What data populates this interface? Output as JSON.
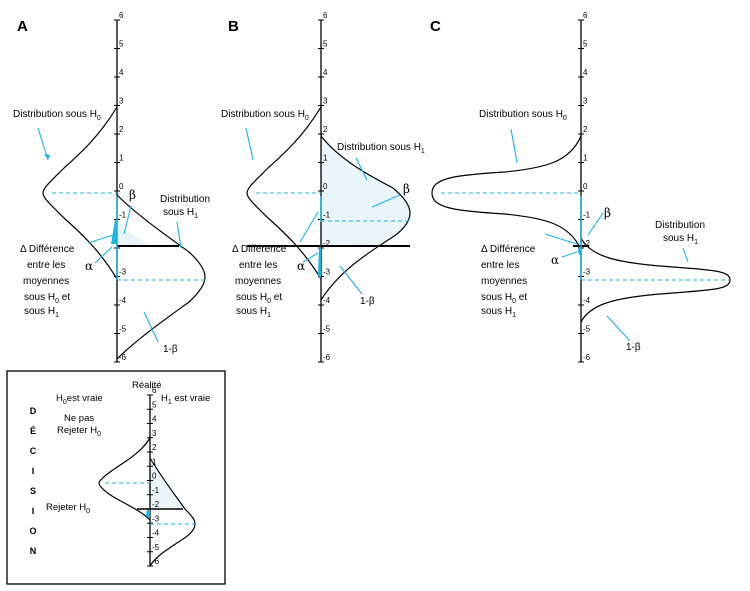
{
  "panels": {
    "A": {
      "letter": "A",
      "h0_label": "Distribution sous H",
      "h0_sub": "0",
      "h1_label_line1": "Distribution",
      "h1_label_line2": "sous H",
      "h1_sub": "1",
      "beta": "β",
      "alpha": "α",
      "one_minus_beta": "1-β",
      "delta_lines": [
        "Δ Différence",
        "entre les",
        "moyennes",
        "sous H",
        "sous H"
      ],
      "delta_line4_tail": " et",
      "delta_subs": [
        "0",
        "1"
      ]
    },
    "B": {
      "letter": "B",
      "h0_label": "Distribution sous H",
      "h0_sub": "0",
      "h1_label": "Distribution sous H",
      "h1_sub": "1",
      "beta": "β",
      "alpha": "α",
      "one_minus_beta": "1-β",
      "delta_lines": [
        "Δ Différence",
        "entre les",
        "moyennes",
        "sous H",
        "sous H"
      ],
      "delta_line4_tail": " et",
      "delta_subs": [
        "0",
        "1"
      ]
    },
    "C": {
      "letter": "C",
      "h0_label": "Distribution sous H",
      "h0_sub": "0",
      "h1_label_line1": "Distribution",
      "h1_label_line2": "sous H",
      "h1_sub": "1",
      "beta": "β",
      "alpha": "α",
      "one_minus_beta": "1-β",
      "delta_lines": [
        "Δ Différence",
        "entre les",
        "moyennes",
        "sous H",
        "sous H"
      ],
      "delta_line4_tail": " et",
      "delta_subs": [
        "0",
        "1"
      ]
    }
  },
  "axis_ticks": [
    "6",
    "5",
    "4",
    "3",
    "2",
    "1",
    "0",
    "-1",
    "-2",
    "-3",
    "-4",
    "-5",
    "-6"
  ],
  "inset": {
    "realite": "Réalité",
    "h0_vraie": "H",
    "h0_vraie_tail": "est vraie",
    "h1_vraie": "H",
    "h1_vraie_tail": " est vraie",
    "decision_letters": [
      "D",
      "É",
      "C",
      "I",
      "S",
      "I",
      "O",
      "N"
    ],
    "ne_pas": "Ne pas",
    "rejeter_h0_1": "Rejeter H",
    "rejeter_h0_2": "Rejeter H",
    "sub0": "0",
    "sub1": "1"
  },
  "colors": {
    "accent": "#19b5e3",
    "beta_fill": "#e9f4fb",
    "ink": "#000000"
  }
}
